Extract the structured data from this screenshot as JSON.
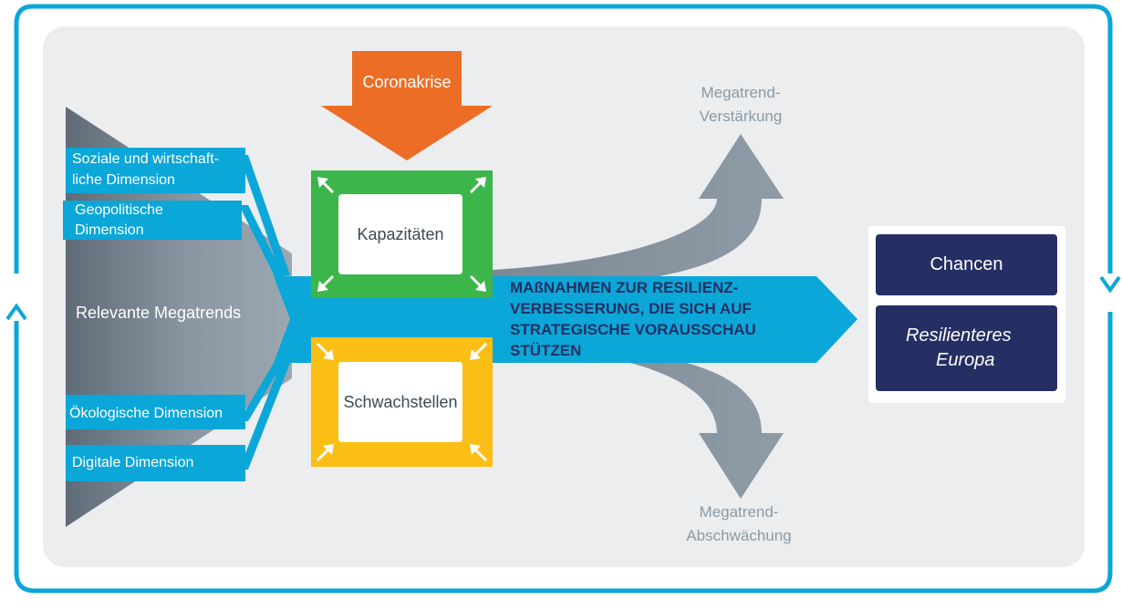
{
  "trigger": {
    "label": "Coronakrise"
  },
  "megatrends": {
    "label": "Relevante Megatrends",
    "dimensions": [
      {
        "line1": "Soziale und wirtschaft-",
        "line2": "liche Dimension"
      },
      {
        "line1": "Geopolitische",
        "line2": "Dimension"
      },
      {
        "line1": "Ökologische Dimension"
      },
      {
        "line1": "Digitale Dimension"
      }
    ]
  },
  "capacities": {
    "label": "Kapazitäten"
  },
  "weaknesses": {
    "label": "Schwachstellen"
  },
  "measures": {
    "line1": "MAßNAHMEN ZUR RESILIENZ-",
    "line2": "VERBESSERUNG, DIE SICH AUF",
    "line3": "STRATEGISCHE VORAUSSCHAU",
    "line4": "STÜTZEN"
  },
  "amplification": {
    "line1": "Megatrend-",
    "line2": "Verstärkung"
  },
  "weakening": {
    "line1": "Megatrend-",
    "line2": "Abschwächung"
  },
  "results": {
    "opportunities": "Chancen",
    "resilient_line1": "Resilienteres",
    "resilient_line2": "Europa"
  },
  "colors": {
    "frame": "#0aa7d8",
    "panel": "#ebedef",
    "grey_flow": "#8895a0",
    "orange": "#ec6d25",
    "green": "#3cb54a",
    "yellow": "#fbbe14",
    "navy": "#262f63"
  }
}
